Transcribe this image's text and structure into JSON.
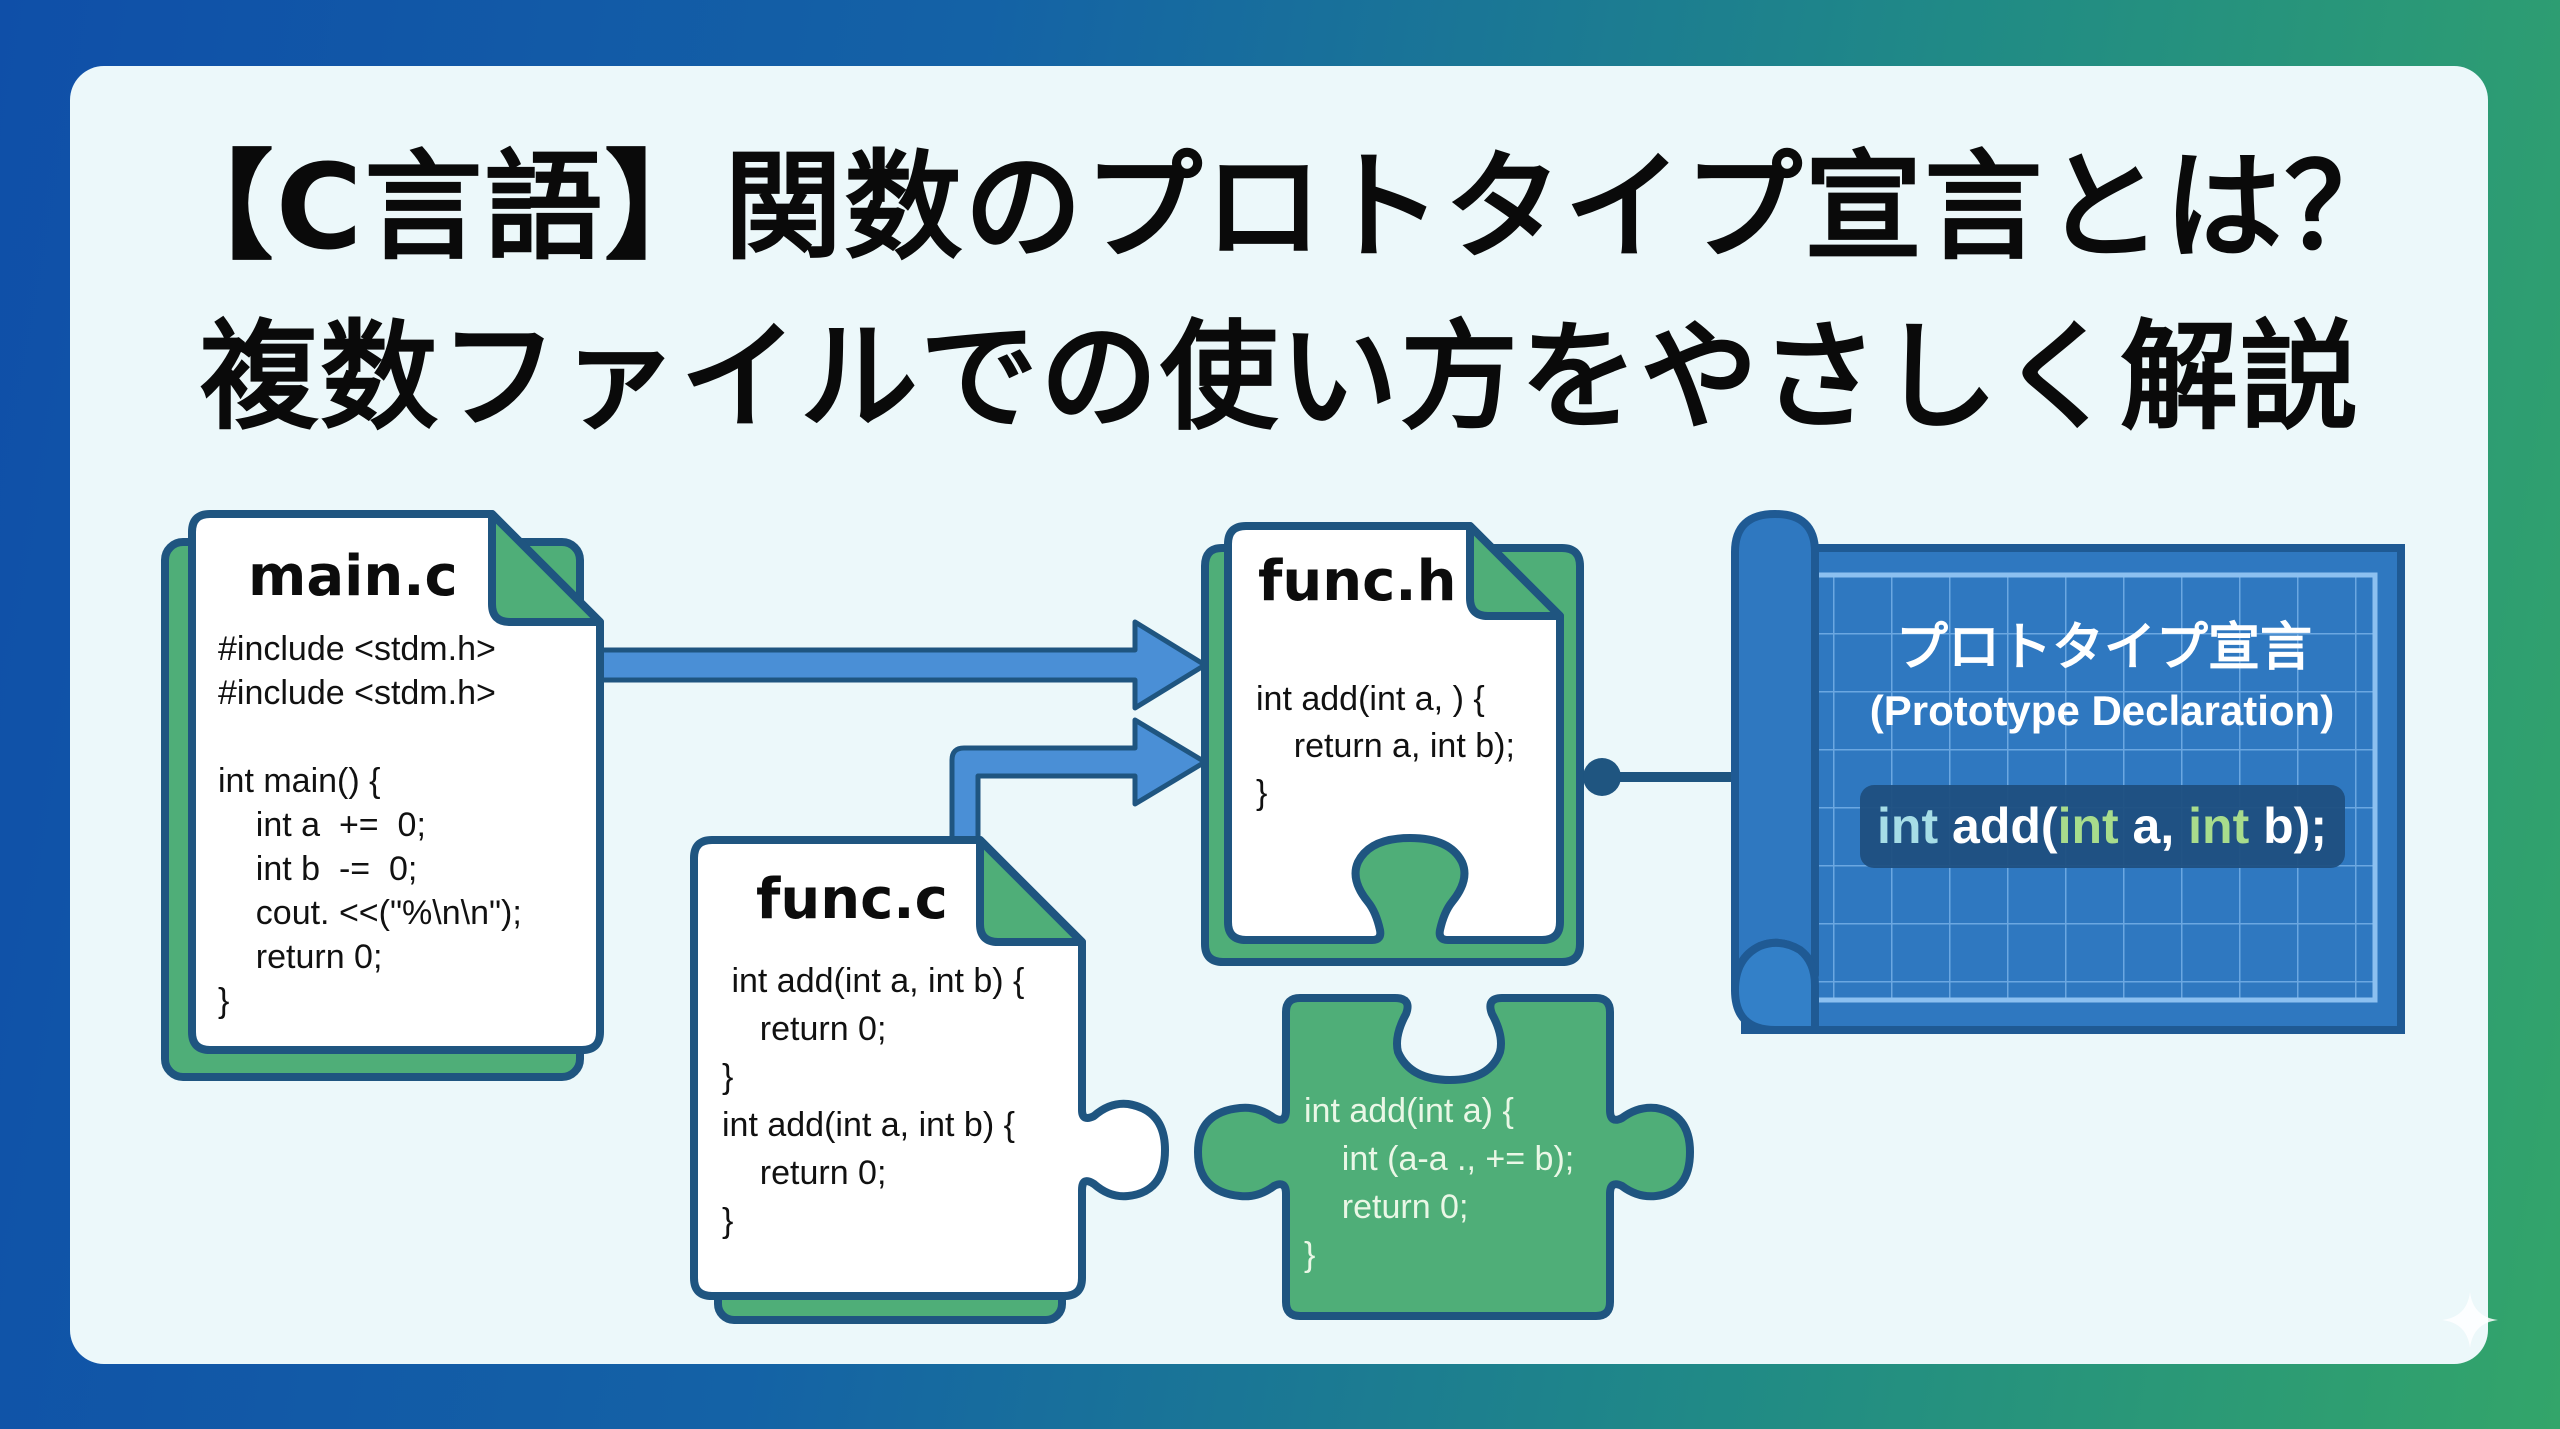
{
  "title": {
    "line1": "【C言語】関数のプロトタイプ宣言とは？",
    "line2": "複数ファイルでの使い方をやさしく解説"
  },
  "colors": {
    "background_left": "#0f4fa8",
    "background_right": "#33a56a",
    "card": "#ecf8fa",
    "outline": "#1f5580",
    "accent_green": "#4fae78",
    "arrow_blue": "#4a8fd6",
    "blueprint_blue": "#2f78c0",
    "code_box": "#1f4f80",
    "keyword_cyan": "#a6dde6",
    "keyword_green": "#a8dc8c"
  },
  "files": {
    "main_c": {
      "name": "main.c",
      "lines": [
        "#include <stdm.h>",
        "#include <stdm.h>",
        "",
        "int main() {",
        "    int a  +=  0;",
        "    int b  -=  0;",
        "    cout. <<(\"%\\n\\n\");",
        "    return 0;",
        "}"
      ]
    },
    "func_h": {
      "name": "func.h",
      "lines": [
        "int add(int a, ) {",
        "    return a, int b);",
        "}"
      ]
    },
    "func_c": {
      "name": "func.c",
      "lines": [
        " int add(int a, int b) {",
        "    return 0;",
        "}",
        "int add(int a, int b) {",
        "    return 0;",
        "}"
      ]
    },
    "puzzle_piece": {
      "lines": [
        "int add(int a) {",
        "    int (a-a ., += b);",
        "    return 0;",
        "}"
      ]
    }
  },
  "blueprint": {
    "title": "プロトタイプ宣言",
    "subtitle": "(Prototype Declaration)",
    "code_tokens": [
      {
        "text": "int",
        "role": "keyword-cyan"
      },
      {
        "text": " add(",
        "role": "plain"
      },
      {
        "text": "int",
        "role": "keyword-green"
      },
      {
        "text": " a, ",
        "role": "plain"
      },
      {
        "text": "int",
        "role": "keyword-green"
      },
      {
        "text": " b);",
        "role": "plain"
      }
    ]
  },
  "decorations": {
    "sparkle_icon": "four-point-star"
  }
}
